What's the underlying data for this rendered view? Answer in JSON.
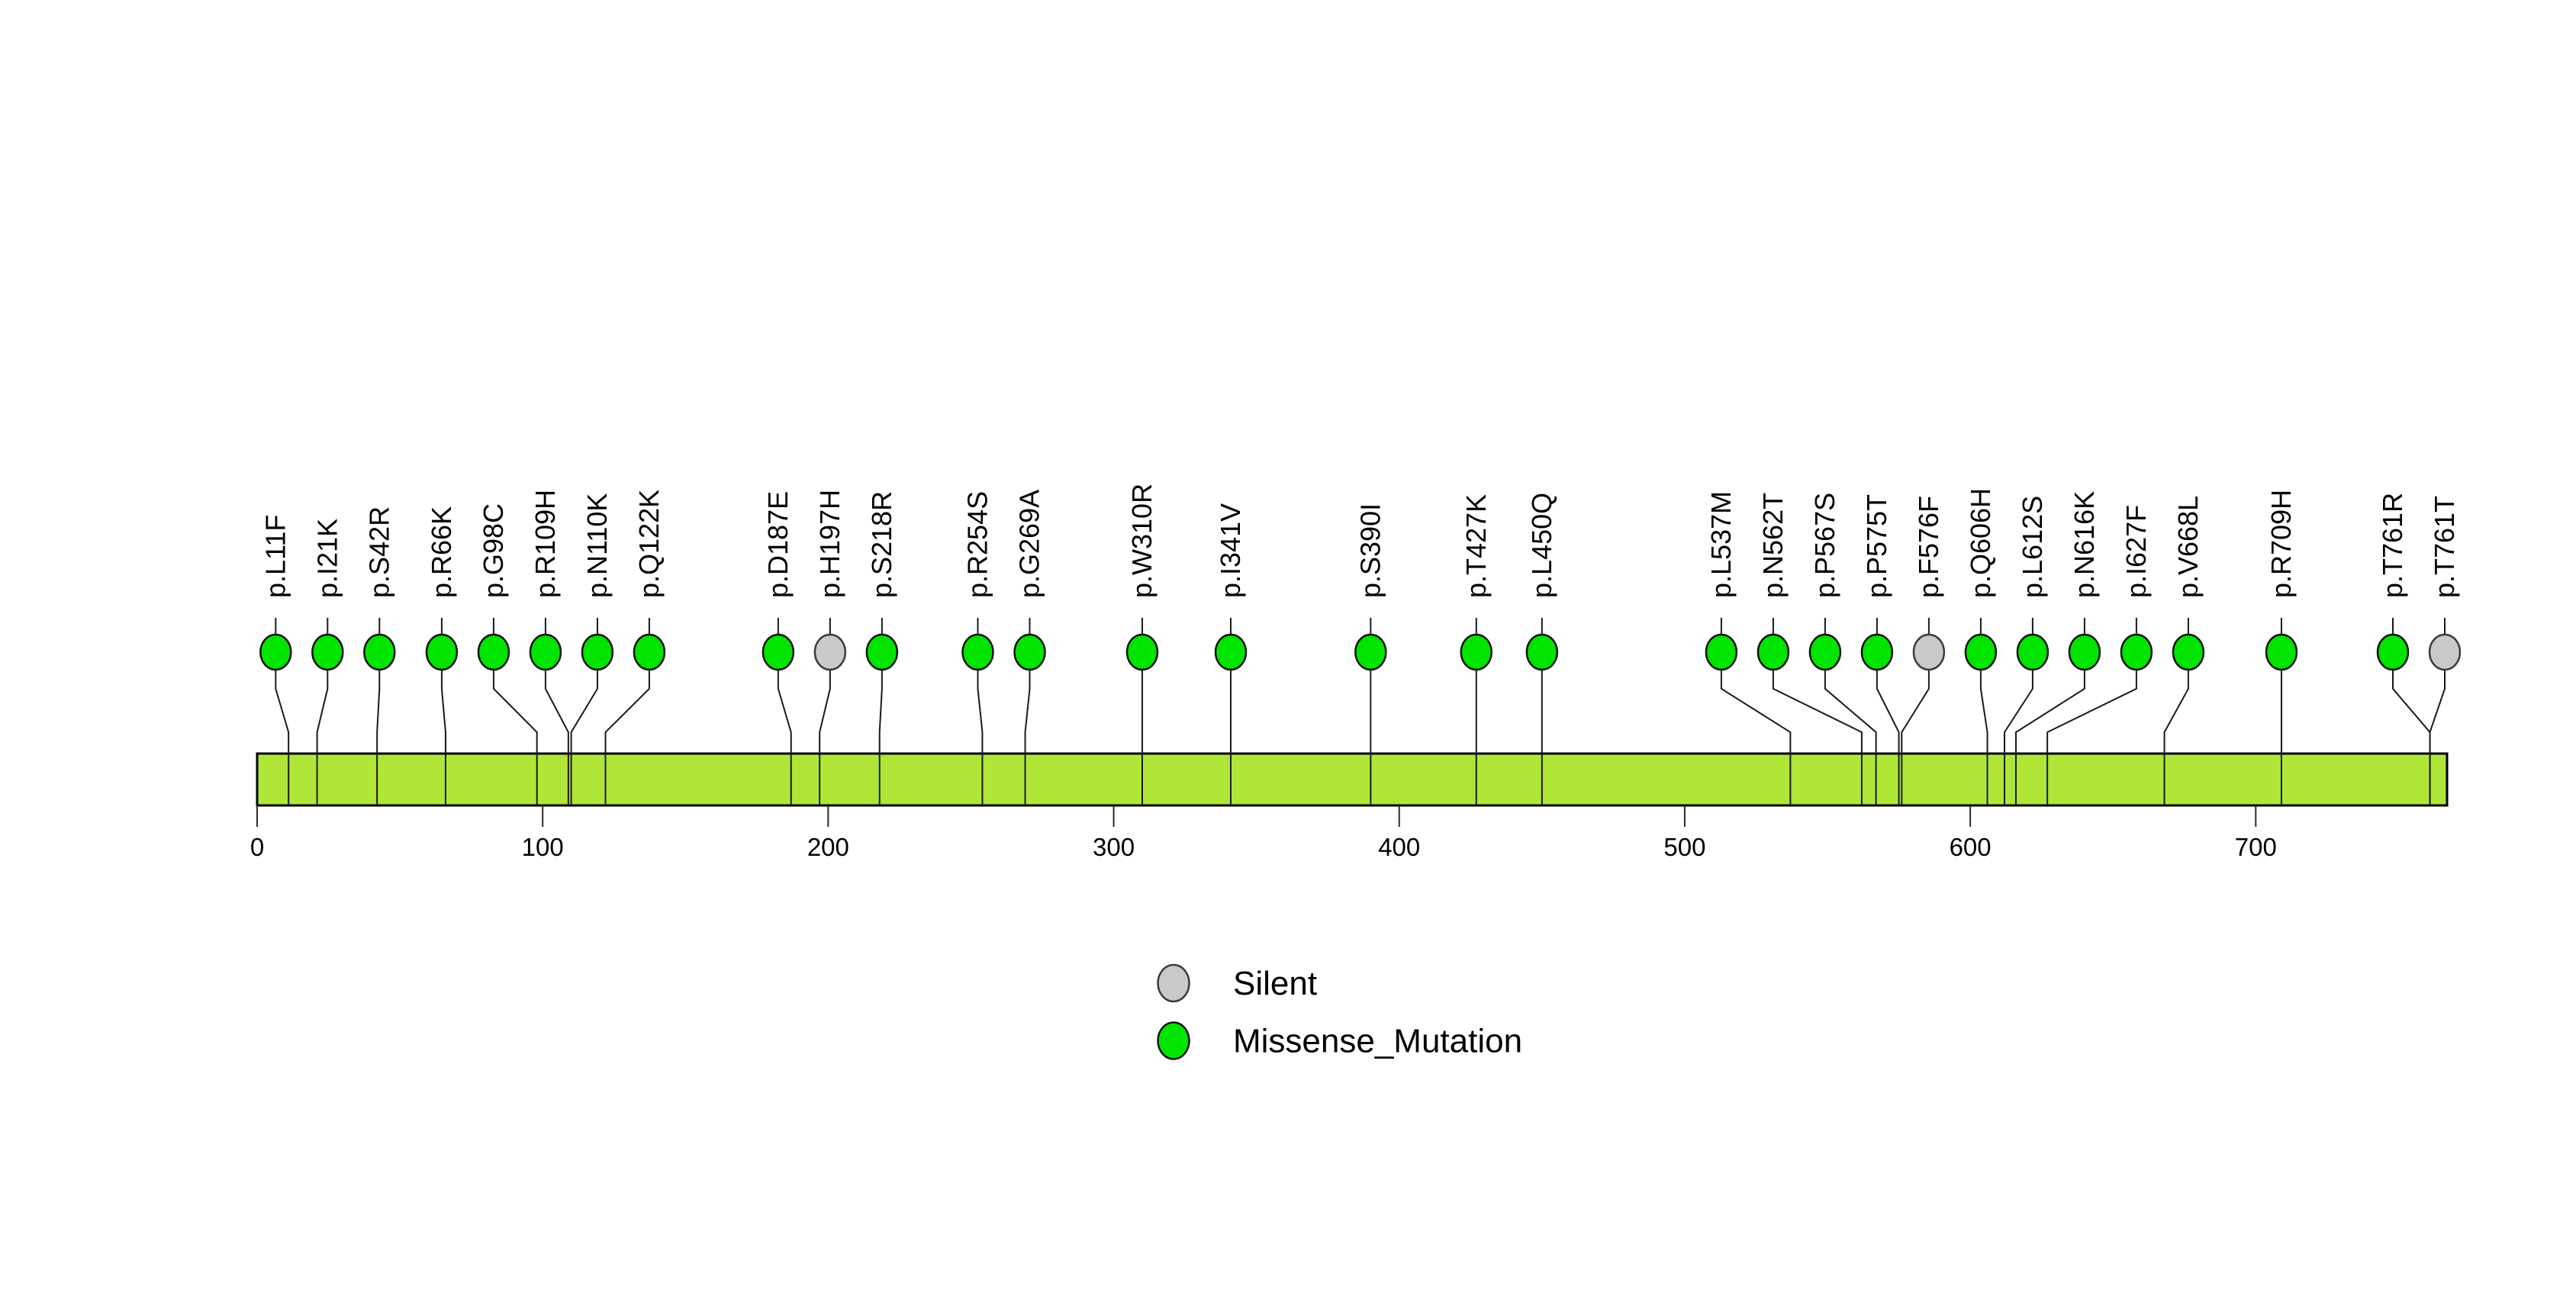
{
  "chart_data": {
    "type": "lollipop",
    "title": "",
    "protein_length": 767,
    "xlim": [
      0,
      767
    ],
    "x_ticks": [
      0,
      100,
      200,
      300,
      400,
      500,
      600,
      700
    ],
    "legend_position": "bottom-center",
    "grid": false,
    "colors": {
      "Missense_Mutation": "#00E400",
      "Silent": "#C9C9C9",
      "protein_bar": "#B0E637",
      "bar_stroke": "#000000",
      "line": "#1A1A1A"
    },
    "mutations": [
      {
        "label": "p.L11F",
        "position": 11,
        "type": "Missense_Mutation"
      },
      {
        "label": "p.I21K",
        "position": 21,
        "type": "Missense_Mutation"
      },
      {
        "label": "p.S42R",
        "position": 42,
        "type": "Missense_Mutation"
      },
      {
        "label": "p.R66K",
        "position": 66,
        "type": "Missense_Mutation"
      },
      {
        "label": "p.G98C",
        "position": 98,
        "type": "Missense_Mutation"
      },
      {
        "label": "p.R109H",
        "position": 109,
        "type": "Missense_Mutation"
      },
      {
        "label": "p.N110K",
        "position": 110,
        "type": "Missense_Mutation"
      },
      {
        "label": "p.Q122K",
        "position": 122,
        "type": "Missense_Mutation"
      },
      {
        "label": "p.D187E",
        "position": 187,
        "type": "Missense_Mutation"
      },
      {
        "label": "p.H197H",
        "position": 197,
        "type": "Silent"
      },
      {
        "label": "p.S218R",
        "position": 218,
        "type": "Missense_Mutation"
      },
      {
        "label": "p.R254S",
        "position": 254,
        "type": "Missense_Mutation"
      },
      {
        "label": "p.G269A",
        "position": 269,
        "type": "Missense_Mutation"
      },
      {
        "label": "p.W310R",
        "position": 310,
        "type": "Missense_Mutation"
      },
      {
        "label": "p.I341V",
        "position": 341,
        "type": "Missense_Mutation"
      },
      {
        "label": "p.S390I",
        "position": 390,
        "type": "Missense_Mutation"
      },
      {
        "label": "p.T427K",
        "position": 427,
        "type": "Missense_Mutation"
      },
      {
        "label": "p.L450Q",
        "position": 450,
        "type": "Missense_Mutation"
      },
      {
        "label": "p.L537M",
        "position": 537,
        "type": "Missense_Mutation"
      },
      {
        "label": "p.N562T",
        "position": 562,
        "type": "Missense_Mutation"
      },
      {
        "label": "p.P567S",
        "position": 567,
        "type": "Missense_Mutation"
      },
      {
        "label": "p.P575T",
        "position": 575,
        "type": "Missense_Mutation"
      },
      {
        "label": "p.F576F",
        "position": 576,
        "type": "Silent"
      },
      {
        "label": "p.Q606H",
        "position": 606,
        "type": "Missense_Mutation"
      },
      {
        "label": "p.L612S",
        "position": 612,
        "type": "Missense_Mutation"
      },
      {
        "label": "p.N616K",
        "position": 616,
        "type": "Missense_Mutation"
      },
      {
        "label": "p.I627F",
        "position": 627,
        "type": "Missense_Mutation"
      },
      {
        "label": "p.V668L",
        "position": 668,
        "type": "Missense_Mutation"
      },
      {
        "label": "p.R709H",
        "position": 709,
        "type": "Missense_Mutation"
      },
      {
        "label": "p.T761R",
        "position": 761,
        "type": "Missense_Mutation"
      },
      {
        "label": "p.T761T",
        "position": 761,
        "type": "Silent"
      }
    ],
    "legend": [
      {
        "label": "Silent",
        "type": "Silent"
      },
      {
        "label": "Missense_Mutation",
        "type": "Missense_Mutation"
      }
    ]
  }
}
